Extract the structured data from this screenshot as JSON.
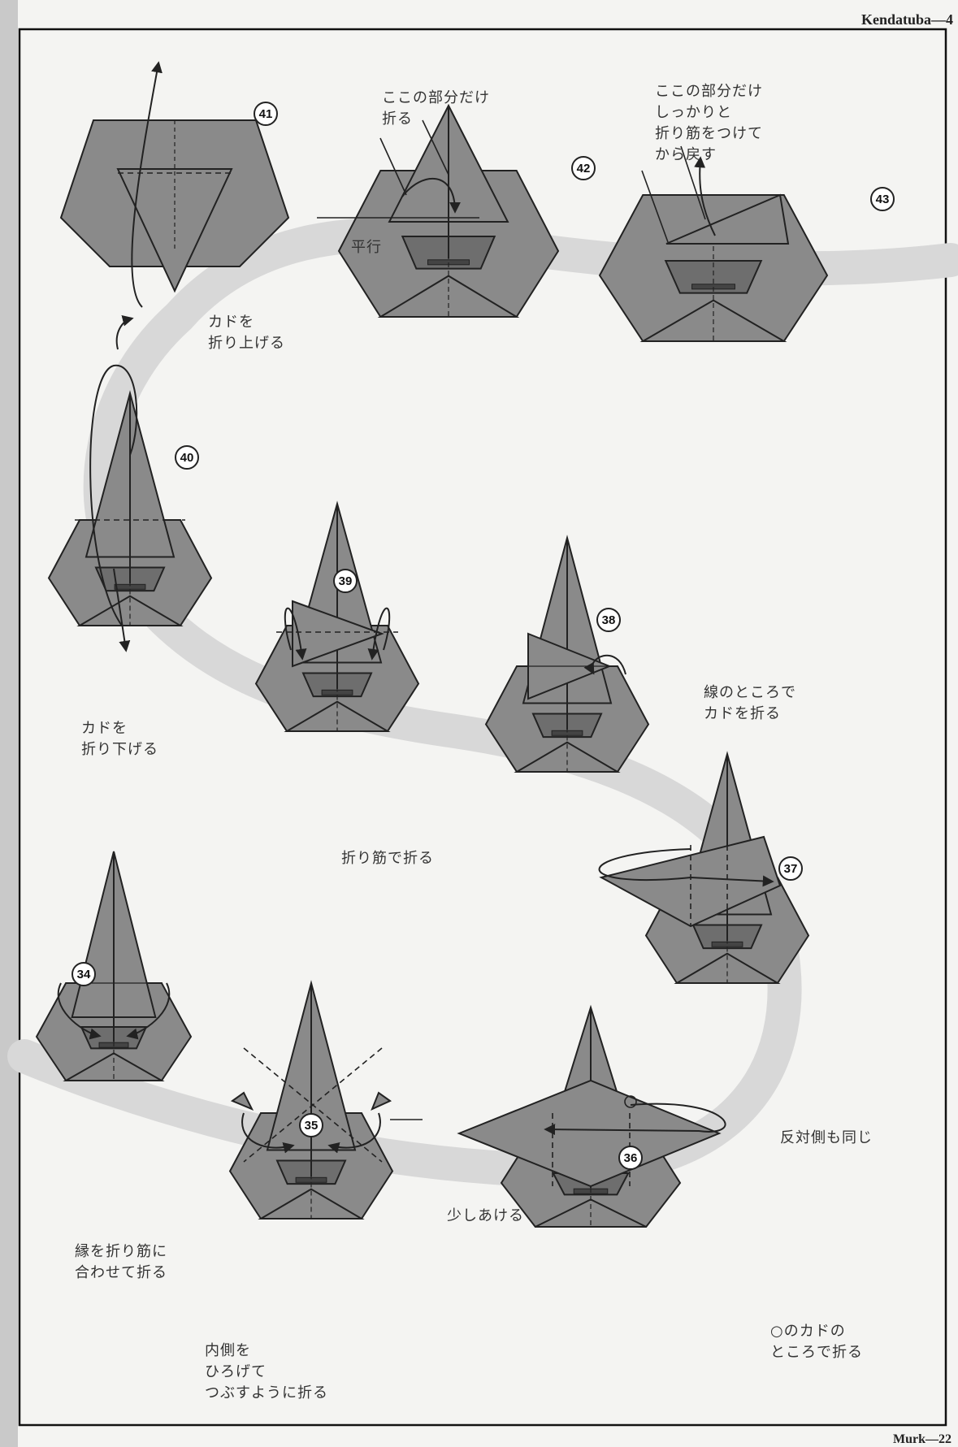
{
  "page": {
    "header_title": "Kendatuba—4",
    "footer_title": "Murk—22"
  },
  "steps": [
    {
      "number": "34",
      "note": "縁を折り筋に\n合わせて折る"
    },
    {
      "number": "35",
      "note": "内側を\nひろげて\nつぶすように折る",
      "note2": "少しあける"
    },
    {
      "number": "36",
      "note": "○のカドの\nところで折る"
    },
    {
      "number": "37",
      "note": "反対側も同じ"
    },
    {
      "number": "38",
      "note": "線のところで\nカドを折る"
    },
    {
      "number": "39",
      "note": "折り筋で折る"
    },
    {
      "number": "40",
      "note": "カドを\n折り下げる"
    },
    {
      "number": "41",
      "note": "カドを\n折り上げる"
    },
    {
      "number": "42",
      "note": "ここの部分だけ\n折る",
      "note2": "平行"
    },
    {
      "number": "43",
      "note": "ここの部分だけ\nしっかりと\n折り筋をつけて\nから戻す"
    }
  ],
  "colors": {
    "paper": "#8a8a8a",
    "paper_dark": "#6e6e6e",
    "ink": "#222222",
    "path_band": "#d6d6d6",
    "border": "#111111"
  }
}
